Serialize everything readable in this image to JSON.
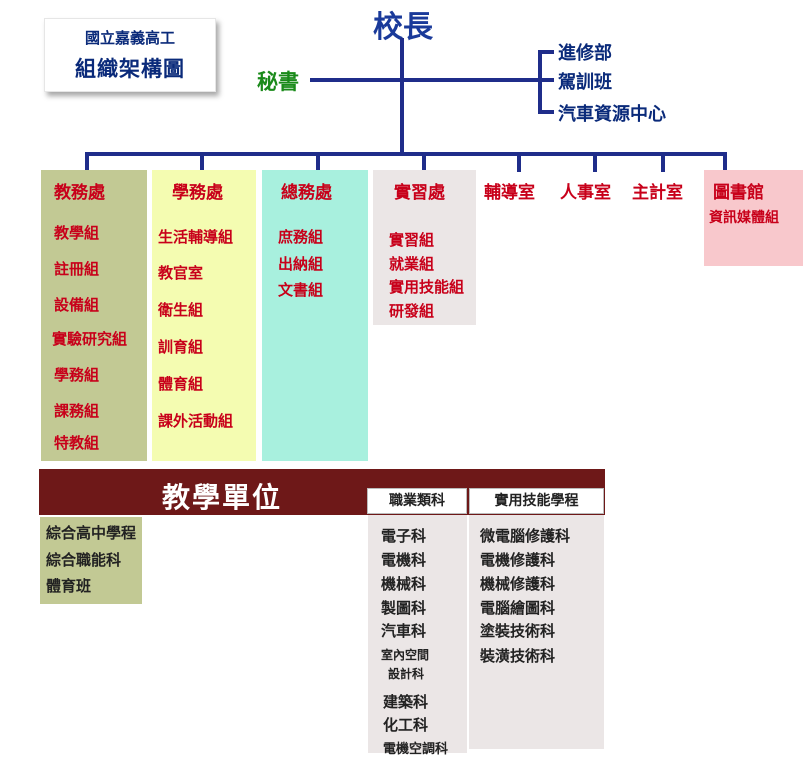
{
  "title_card": {
    "line1": "國立嘉義高工",
    "line2": "組織架構圖"
  },
  "principal": "校長",
  "secretary": "秘書",
  "side_units": [
    "進修部",
    "駕訓班",
    "汽車資源中心"
  ],
  "departments": [
    {
      "name": "教務處",
      "color": "#c2c994",
      "items": [
        "教學組",
        "註冊組",
        "設備組",
        "實驗研究組",
        "學務組",
        "課務組",
        "特教組"
      ]
    },
    {
      "name": "學務處",
      "color": "#f4fcb1",
      "items": [
        "生活輔導組",
        "教官室",
        "衛生組",
        "訓育組",
        "體育組",
        "課外活動組"
      ]
    },
    {
      "name": "總務處",
      "color": "#a8f0de",
      "items": [
        "庶務組",
        "出納組",
        "文書組"
      ]
    },
    {
      "name": "實習處",
      "color": "#ebe6e6",
      "items": [
        "實習組",
        "就業組",
        "實用技能組",
        "研發組"
      ]
    },
    {
      "name": "輔導室",
      "items": []
    },
    {
      "name": "人事室",
      "items": []
    },
    {
      "name": "主計室",
      "items": []
    },
    {
      "name": "圖書館",
      "color": "#f8c8cc",
      "items": [
        "資訊媒體組"
      ]
    }
  ],
  "teaching_unit": {
    "title": "教學單位",
    "general": {
      "color": "#c2c994",
      "items": [
        "綜合高中學程",
        "綜合職能科",
        "體育班"
      ]
    },
    "vocational": {
      "label": "職業類科",
      "items": [
        "電子科",
        "電機科",
        "機械科",
        "製圖科",
        "汽車科",
        "室內空間",
        "設計科",
        "建築科",
        "化工科",
        "電機空調科"
      ]
    },
    "practical": {
      "label": "實用技能學程",
      "items": [
        "微電腦修護科",
        "電機修護科",
        "機械修護科",
        "電腦繪圖科",
        "塗裝技術科",
        "裝潢技術科"
      ]
    }
  }
}
